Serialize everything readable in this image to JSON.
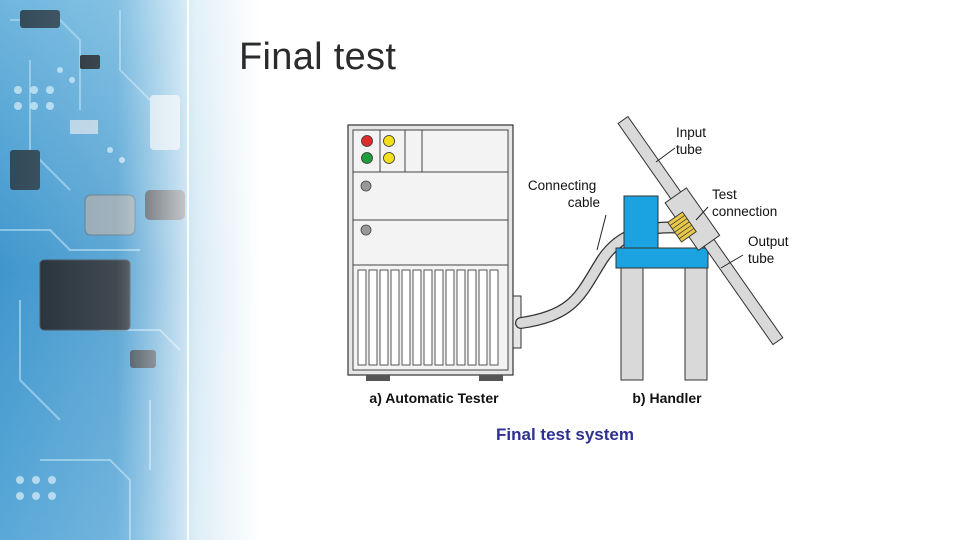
{
  "slide": {
    "title": "Final test"
  },
  "diagram": {
    "labels": {
      "input_tube": [
        "Input",
        "tube"
      ],
      "connecting_cable": [
        "Connecting",
        "cable"
      ],
      "test_connection": [
        "Test",
        "connection"
      ],
      "output_tube": [
        "Output",
        "tube"
      ],
      "tester_caption": "a) Automatic Tester",
      "handler_caption": "b) Handler",
      "system_caption": "Final test system"
    },
    "colors": {
      "tester_body": "#e6e6e6",
      "handler_blue": "#1aa3e0",
      "handler_legs": "#d9d9d9",
      "led_red": "#e02b2b",
      "led_green": "#1e9e3a",
      "led_yellow": "#f2e01c",
      "test_connector": "#e6c84a",
      "system_caption": "#2e3192"
    }
  }
}
